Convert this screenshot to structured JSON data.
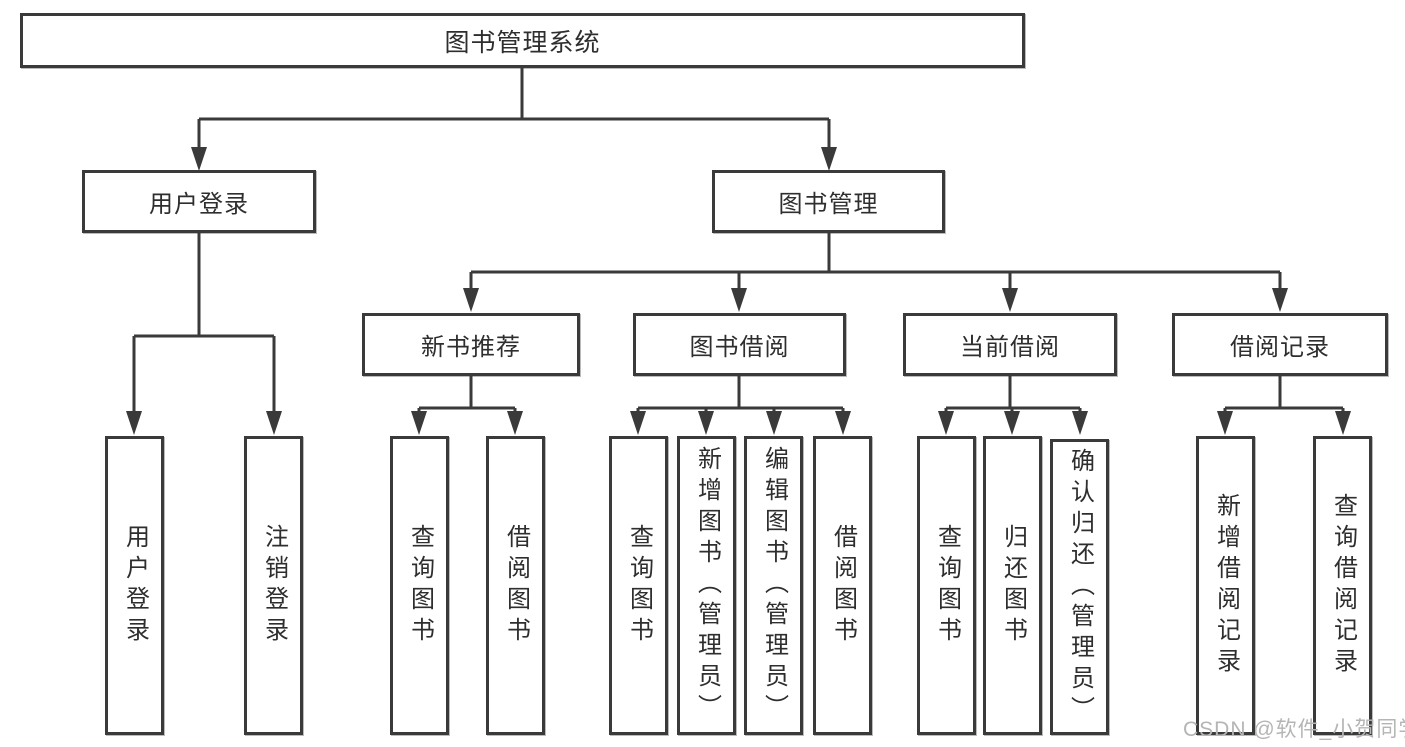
{
  "tree": {
    "root": {
      "label": "图书管理系统"
    },
    "user_login": {
      "label": "用户登录",
      "children": [
        {
          "label": "用户登录"
        },
        {
          "label": "注销登录"
        }
      ]
    },
    "book_management": {
      "label": "图书管理",
      "sections": [
        {
          "label": "新书推荐",
          "children": [
            {
              "label": "查询图书"
            },
            {
              "label": "借阅图书"
            }
          ]
        },
        {
          "label": "图书借阅",
          "children": [
            {
              "label": "查询图书"
            },
            {
              "label": "新增图书（管理员）"
            },
            {
              "label": "编辑图书（管理员）"
            },
            {
              "label": "借阅图书"
            }
          ]
        },
        {
          "label": "当前借阅",
          "children": [
            {
              "label": "查询图书"
            },
            {
              "label": "归还图书"
            },
            {
              "label": "确认归还（管理员）"
            }
          ]
        },
        {
          "label": "借阅记录",
          "children": [
            {
              "label": "新增借阅记录"
            },
            {
              "label": "查询借阅记录"
            }
          ]
        }
      ]
    }
  },
  "watermark": {
    "text": "CSDN @软件_小贺同学"
  },
  "colors": {
    "line": "#3a3a3a",
    "text": "#2e2e2e",
    "background": "#ffffff",
    "watermark": "#b5b5b5"
  }
}
